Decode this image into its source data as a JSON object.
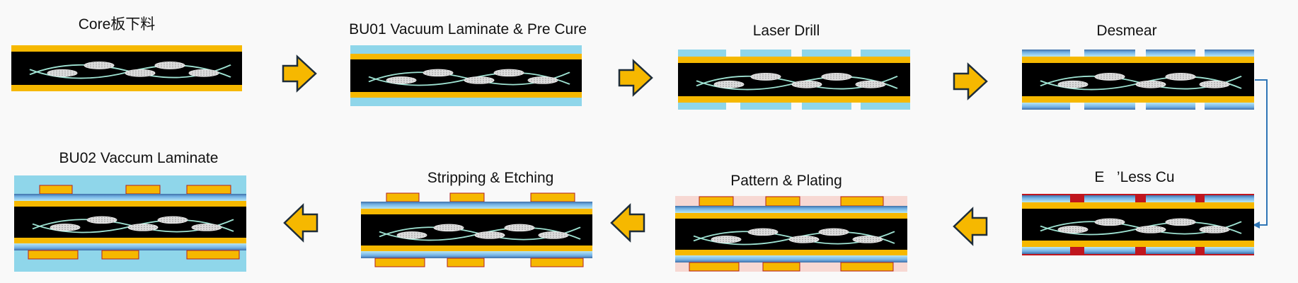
{
  "steps": {
    "core": {
      "label": "Core板下料"
    },
    "bu01": {
      "label": "BU01 Vacuum Laminate & Pre Cure"
    },
    "laser": {
      "label": "Laser Drill"
    },
    "desmear": {
      "label": "Desmear"
    },
    "eless": {
      "label": "E   ’Less Cu"
    },
    "pattern": {
      "label": "Pattern & Plating"
    },
    "strip": {
      "label": "Stripping & Etching"
    },
    "bu02": {
      "label": "BU02 Vaccum Laminate"
    }
  },
  "colors": {
    "background": "#f9f9f9",
    "core": "#000000",
    "copper": "#f6b800",
    "dielectric": "#8fd6ea",
    "fiber": "#9fe3d3",
    "resin_ellipse": "#d8d8d8",
    "arrow_fill": "#f6b800",
    "arrow_stroke": "#1e2d3a",
    "connector": "#2e75b6",
    "seed_copper": "#c0161e",
    "photoresist": "#f7d8d3"
  },
  "flow": {
    "row1": [
      "core",
      "bu01",
      "laser",
      "desmear"
    ],
    "row2": [
      "eless",
      "pattern",
      "strip",
      "bu02"
    ],
    "direction_row1": "right",
    "direction_row2": "left"
  }
}
